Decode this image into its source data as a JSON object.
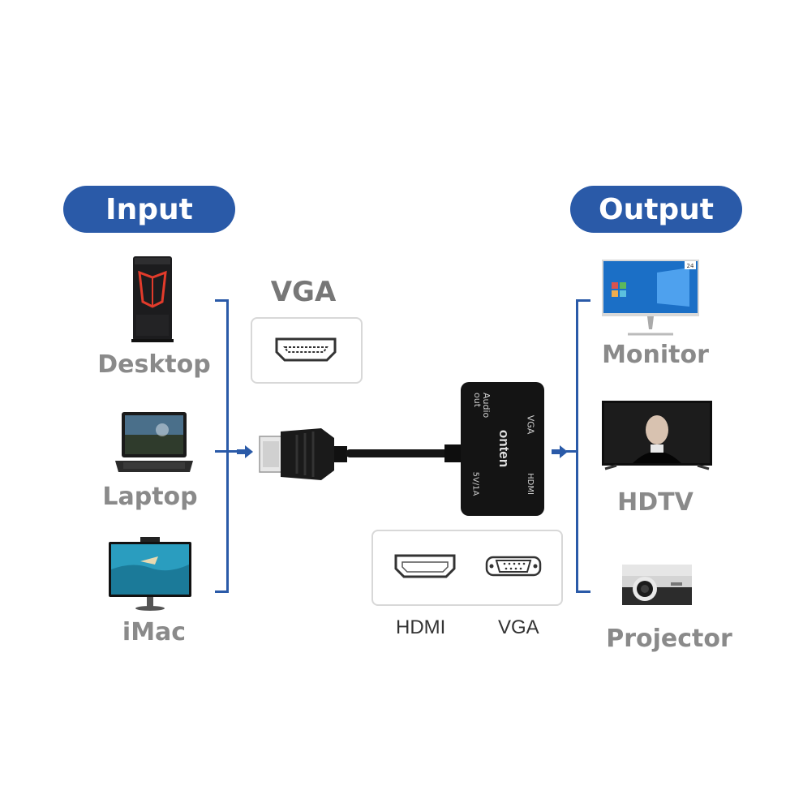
{
  "input": {
    "title": "Input",
    "devices": [
      {
        "label": "Desktop",
        "icon": "desktop-tower-icon"
      },
      {
        "label": "Laptop",
        "icon": "laptop-icon"
      },
      {
        "label": "iMac",
        "icon": "imac-icon"
      }
    ]
  },
  "output": {
    "title": "Output",
    "devices": [
      {
        "label": "Monitor",
        "icon": "monitor-icon"
      },
      {
        "label": "HDTV",
        "icon": "hdtv-icon"
      },
      {
        "label": "Projector",
        "icon": "projector-icon"
      }
    ]
  },
  "input_port": {
    "label": "VGA",
    "icon": "hdmi-port-icon"
  },
  "adapter": {
    "brand": "onten",
    "port_labels": {
      "audio": "Audio\nout",
      "vga": "VGA",
      "power": "5V/1A",
      "hdmi": "HDMI"
    }
  },
  "output_ports": [
    {
      "label": "HDMI",
      "icon": "hdmi-port-icon"
    },
    {
      "label": "VGA",
      "icon": "vga-port-icon"
    }
  ],
  "colors": {
    "accent": "#2a5aa8",
    "label_gray": "#8a8a8a"
  }
}
